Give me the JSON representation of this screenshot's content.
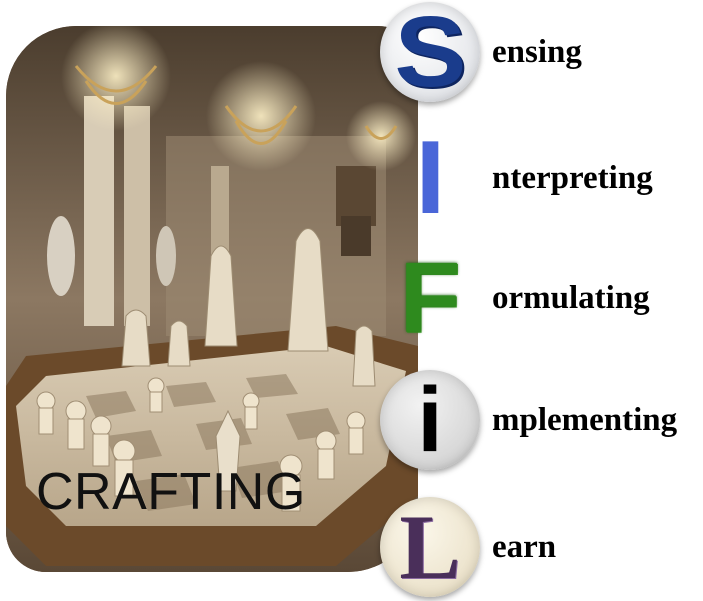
{
  "image_caption": "CRAFTING",
  "acronym": [
    {
      "letter": "S",
      "rest": "ensing",
      "color": "#1a3c8c",
      "badge": "circle-white"
    },
    {
      "letter": "I",
      "rest": "nterpreting",
      "color": "#4a66d8",
      "badge": "none"
    },
    {
      "letter": "F",
      "rest": "ormulating",
      "color": "#2e8a1e",
      "badge": "none"
    },
    {
      "letter": "i",
      "rest": "mplementing",
      "color": "#000000",
      "badge": "circle-grey"
    },
    {
      "letter": "L",
      "rest": "earn",
      "color": "#4a2f5a",
      "badge": "circle-cream"
    }
  ]
}
